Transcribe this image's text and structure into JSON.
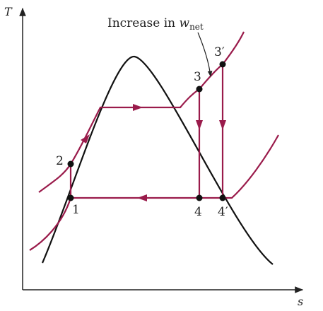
{
  "axes": {
    "y_label": "T",
    "x_label": "s"
  },
  "annotation": {
    "text": "Increase in ",
    "var": "w",
    "sub": "net"
  },
  "points": {
    "p1": "1",
    "p2": "2",
    "p3": "3",
    "p3p": "3′",
    "p4": "4",
    "p4p": "4′"
  },
  "colors": {
    "cycle": "#9a1b4b",
    "dome": "#111111",
    "axis": "#222222",
    "point": "#111111"
  }
}
